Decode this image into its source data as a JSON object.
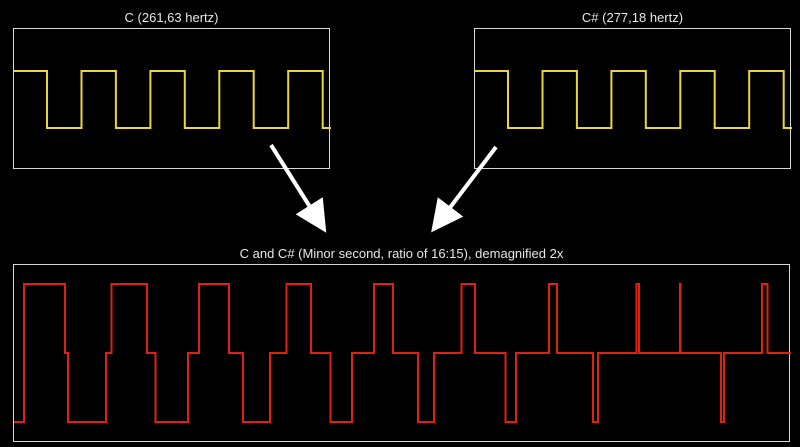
{
  "titles": {
    "c": "C (261,63 hertz)",
    "cs": "C# (277,18 hertz)",
    "combined": "C and C# (Minor second, ratio of 16:15), demagnified 2x"
  },
  "colors": {
    "single_wave": "#e8d640",
    "combined_wave": "#e02010",
    "arrow": "#ffffff",
    "frame": "#d8d8d8",
    "background": "#000000"
  },
  "waves": {
    "c": {
      "frequency_hz": 261.63,
      "cycles_shown": 4.6
    },
    "cs": {
      "frequency_hz": 277.18,
      "cycles_shown": 4.6
    },
    "combined": {
      "ratio": [
        16,
        15
      ],
      "demagnification": 2
    }
  }
}
